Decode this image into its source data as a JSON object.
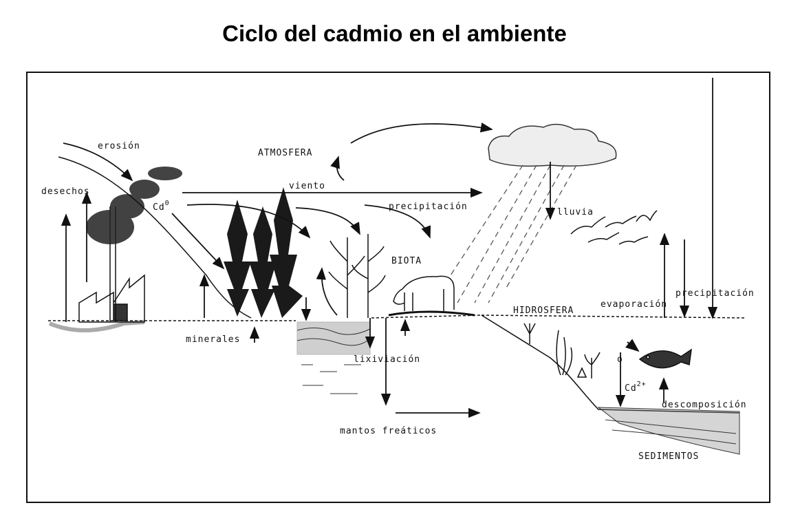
{
  "title": "Ciclo del cadmio en el ambiente",
  "labels": {
    "erosion": "erosión",
    "desechos": "desechos",
    "cd0": "Cd",
    "cd0_sup": "0",
    "atmosfera": "ATMOSFERA",
    "viento": "viento",
    "precipitacion_top": "precipitación",
    "lluvia": "lluvia",
    "biota": "BIOTA",
    "minerales": "minerales",
    "lixiviacion": "lixiviación",
    "mantos": "mantos freáticos",
    "hidrosfera": "HIDROSFERA",
    "evaporacion": "evaporación",
    "precipitacion_right": "precipitación",
    "cd2": "Cd",
    "cd2_sup": "2+",
    "descomposicion": "descomposición",
    "sedimentos": "SEDIMENTOS"
  },
  "colors": {
    "ink": "#111111",
    "background": "#ffffff"
  }
}
